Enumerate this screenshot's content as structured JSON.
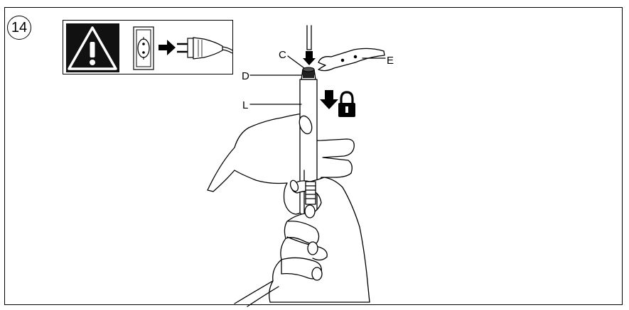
{
  "step": {
    "number": "14"
  },
  "warning": {
    "icon": "warning-triangle-icon",
    "action_icon": "unplug-icon"
  },
  "labels": {
    "c": "C",
    "d": "D",
    "e": "E",
    "l": "L"
  },
  "symbols": {
    "lock": "lock-icon",
    "push_down": "arrow-down-icon"
  },
  "colors": {
    "line": "#000000",
    "background": "#ffffff",
    "fill_dark": "#222222"
  }
}
